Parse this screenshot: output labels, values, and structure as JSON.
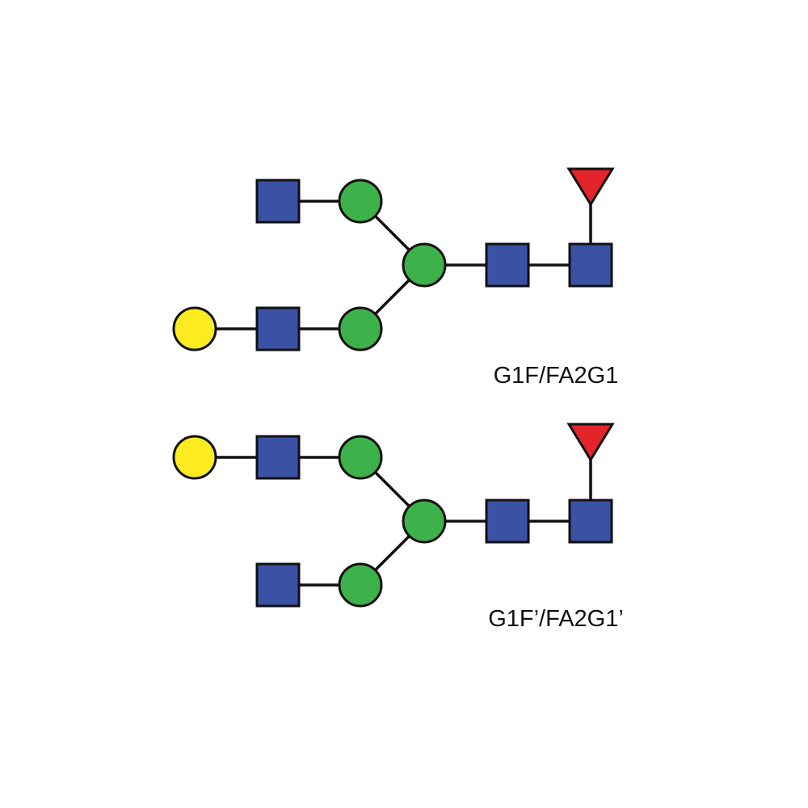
{
  "colors": {
    "background": "#ffffff",
    "stroke": "#111111",
    "GlcNAc": "#3b52a4",
    "Man": "#3db24a",
    "Gal": "#fcec1f",
    "Fuc": "#e3242b"
  },
  "glycans": [
    {
      "label": "G1F/FA2G1",
      "residues": [
        {
          "id": "nac2",
          "type": "GlcNAc",
          "shape": "square"
        },
        {
          "id": "nac1",
          "type": "GlcNAc",
          "shape": "square"
        },
        {
          "id": "fuc",
          "type": "Fuc",
          "shape": "triangle"
        },
        {
          "id": "man_core",
          "type": "Man",
          "shape": "circle"
        },
        {
          "id": "man_upper",
          "type": "Man",
          "shape": "circle"
        },
        {
          "id": "man_lower",
          "type": "Man",
          "shape": "circle"
        },
        {
          "id": "nac_upper",
          "type": "GlcNAc",
          "shape": "square"
        },
        {
          "id": "nac_lower",
          "type": "GlcNAc",
          "shape": "square"
        },
        {
          "id": "gal_lower",
          "type": "Gal",
          "shape": "circle"
        }
      ],
      "links": [
        [
          "nac2",
          "nac1"
        ],
        [
          "nac2",
          "fuc"
        ],
        [
          "nac1",
          "man_core"
        ],
        [
          "man_core",
          "man_upper"
        ],
        [
          "man_core",
          "man_lower"
        ],
        [
          "man_upper",
          "nac_upper"
        ],
        [
          "man_lower",
          "nac_lower"
        ],
        [
          "nac_lower",
          "gal_lower"
        ]
      ]
    },
    {
      "label": "G1F’/FA2G1’",
      "residues": [
        {
          "id": "nac2",
          "type": "GlcNAc",
          "shape": "square"
        },
        {
          "id": "nac1",
          "type": "GlcNAc",
          "shape": "square"
        },
        {
          "id": "fuc",
          "type": "Fuc",
          "shape": "triangle"
        },
        {
          "id": "man_core",
          "type": "Man",
          "shape": "circle"
        },
        {
          "id": "man_upper",
          "type": "Man",
          "shape": "circle"
        },
        {
          "id": "man_lower",
          "type": "Man",
          "shape": "circle"
        },
        {
          "id": "nac_upper",
          "type": "GlcNAc",
          "shape": "square"
        },
        {
          "id": "nac_lower",
          "type": "GlcNAc",
          "shape": "square"
        },
        {
          "id": "gal_upper",
          "type": "Gal",
          "shape": "circle"
        }
      ],
      "links": [
        [
          "nac2",
          "nac1"
        ],
        [
          "nac2",
          "fuc"
        ],
        [
          "nac1",
          "man_core"
        ],
        [
          "man_core",
          "man_upper"
        ],
        [
          "man_core",
          "man_lower"
        ],
        [
          "man_upper",
          "nac_upper"
        ],
        [
          "man_lower",
          "nac_lower"
        ],
        [
          "nac_upper",
          "gal_upper"
        ]
      ]
    }
  ]
}
